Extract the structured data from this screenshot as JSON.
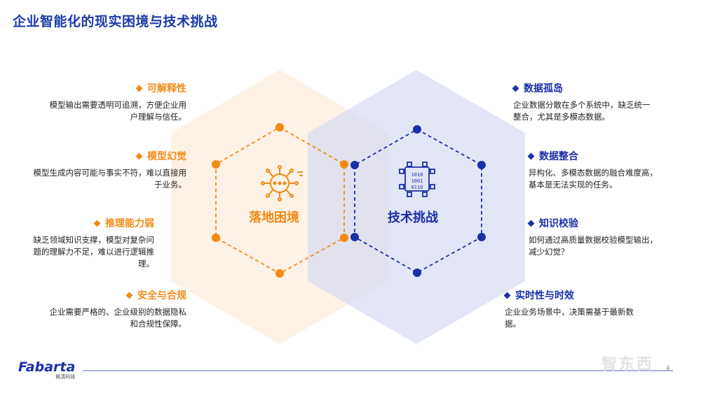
{
  "title": "企业智能化的现实困境与技术挑战",
  "center": {
    "left_label": "落地困境",
    "right_label": "技术挑战"
  },
  "left_items": [
    {
      "head": "可解释性",
      "desc": "模型输出需要透明可追溯，方便企业用户理解与信任。"
    },
    {
      "head": "模型幻觉",
      "desc": "模型生成内容可能与事实不符，难以直接用于业务。"
    },
    {
      "head": "推理能力弱",
      "desc": "缺乏领域知识支撑，模型对复杂问题的理解力不足，难以进行逻辑推理。"
    },
    {
      "head": "安全与合规",
      "desc": "企业需要严格的、企业级别的数据隐私和合规性保障。"
    }
  ],
  "right_items": [
    {
      "head": "数据孤岛",
      "desc": "企业数据分散在多个系统中，缺乏统一整合，尤其是多模态数据。"
    },
    {
      "head": "数据整合",
      "desc": "异构化、多模态数据的融合难度高，基本是无法实现的任务。"
    },
    {
      "head": "知识校验",
      "desc": "如何通过高质量数据校验模型输出，减少幻觉？"
    },
    {
      "head": "实时性与时效",
      "desc": "企业业务场景中，决策需基于最新数据。"
    }
  ],
  "logo": {
    "name": "Fabarta",
    "sub": "枫清科技"
  },
  "watermark": "智东西",
  "page_number": "4",
  "colors": {
    "orange": "#f28a16",
    "blue": "#1b2fa8",
    "title": "#1a3aa8"
  },
  "icons": {
    "left": "ai-chip-icon",
    "right": "binary-cube-icon"
  }
}
